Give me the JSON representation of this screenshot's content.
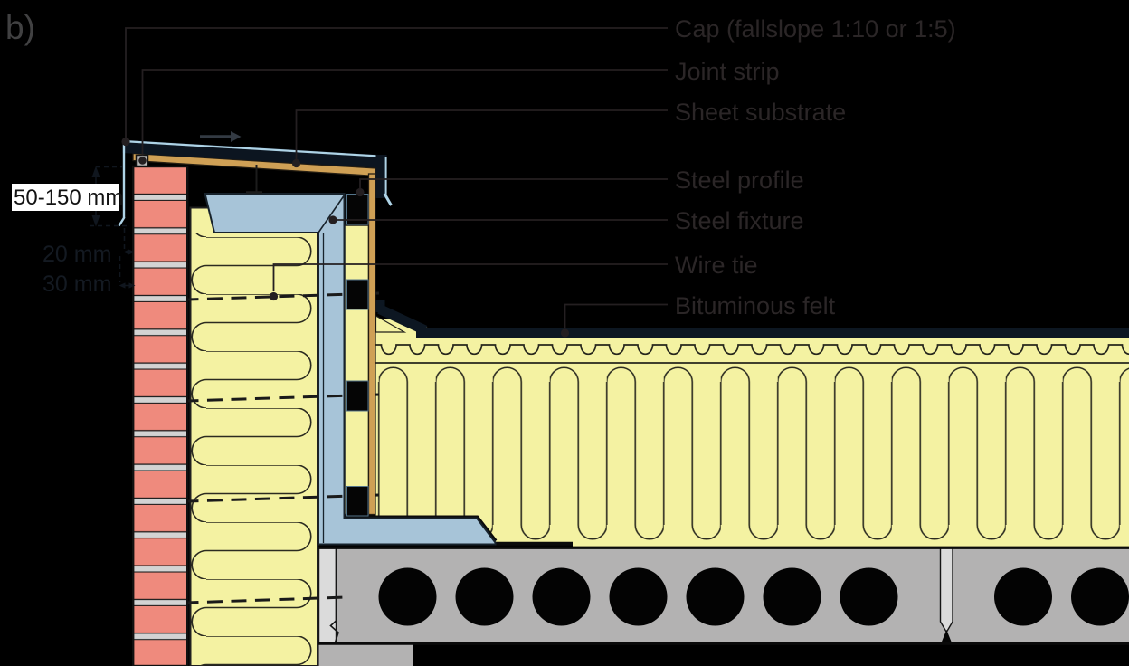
{
  "figure_label": "b)",
  "callouts": {
    "cap": "Cap (fallslope 1:10 or 1:5)",
    "joint_strip": "Joint strip",
    "sheet_substrate": "Sheet substrate",
    "steel_profile": "Steel profile",
    "steel_fixture": "Steel fixture",
    "wire_tie": "Wire tie",
    "bituminous_felt": "Bituminous felt"
  },
  "dimensions": {
    "parapet_cap_height": "50-150 mm",
    "cap_wall_gap": "20 mm",
    "drip_edge_offset": "30 mm"
  },
  "colors": {
    "background": "#000000",
    "brick": "#ef8a7d",
    "mortar": "#d3d3d3",
    "mineral_wool": "#f4f2a2",
    "steel_fixture_blue": "#a7c4d8",
    "wood_substrate_tan": "#cfa055",
    "cap_dark": "#0c1520",
    "cap_highlight": "#aed3e6",
    "concrete_slab": "#b3b2b2",
    "slab_joint_light": "#dbdbdb",
    "bituminous_felt_dark": "#0d1722",
    "label_text": "#2b2627"
  }
}
